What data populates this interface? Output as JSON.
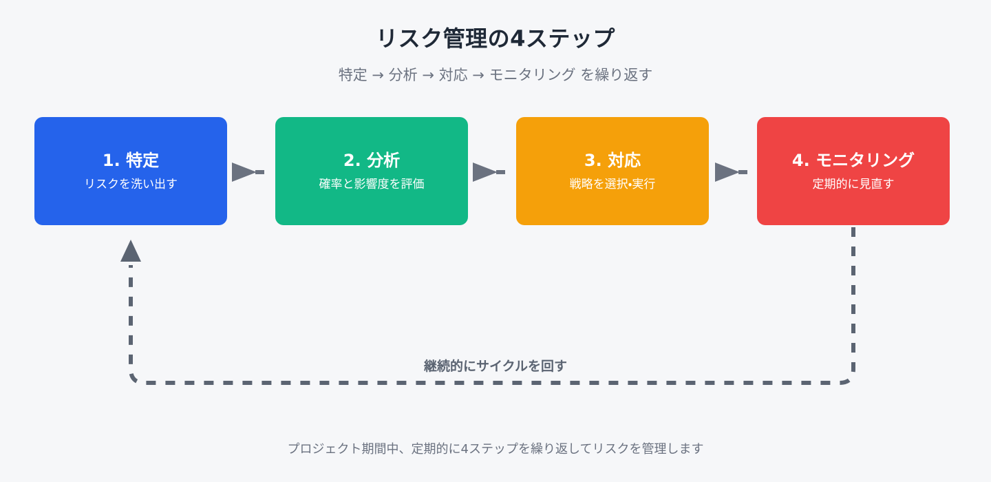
{
  "page": {
    "title": "リスク管理の4ステップ",
    "subtitle": "特定 → 分析 → 対応 → モニタリング を繰り返す",
    "footer_note": "プロジェクト期間中、定期的に4ステップを繰り返してリスクを管理します",
    "background_color": "#f6f7f9",
    "title_color": "#1f2937",
    "muted_text_color": "#6b7280"
  },
  "steps": [
    {
      "title": "1. 特定",
      "desc": "リスクを洗い出す",
      "color": "#2563eb"
    },
    {
      "title": "2. 分析",
      "desc": "確率と影響度を評価",
      "color": "#12b886"
    },
    {
      "title": "3. 対応",
      "desc": "戦略を選択・実行",
      "color": "#f5a00a"
    },
    {
      "title": "4. モニタリング",
      "desc": "定期的に見直す",
      "color": "#ef4444"
    }
  ],
  "connectors": {
    "icon": "triangle-right-arrow",
    "color": "#6b7280",
    "count": 3
  },
  "loop": {
    "label": "継続的にサイクルを回す",
    "color": "#5b6472",
    "style": "dashed",
    "arrow_icon": "triangle-up-arrow",
    "arrow_target": "1. 特定",
    "source": "4. モニタリング"
  }
}
